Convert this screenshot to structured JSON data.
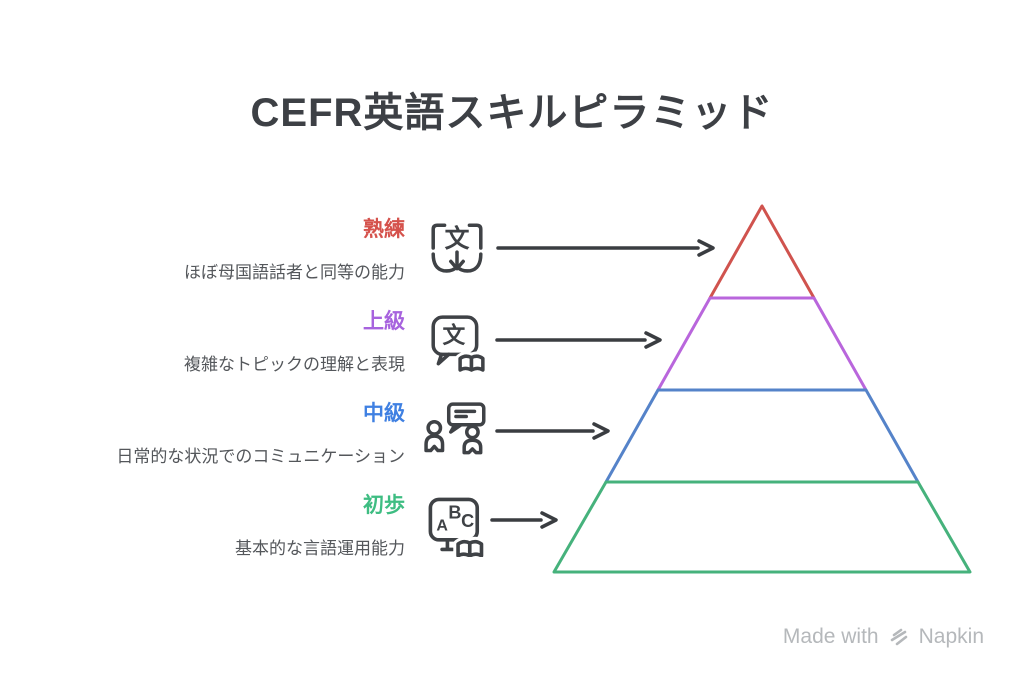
{
  "title": "CEFR英語スキルピラミッド",
  "levels": [
    {
      "label": "熟練",
      "description": "ほぼ母国語話者と同等の能力",
      "color": "#d5524c",
      "segment_color": "#d0534e",
      "icon": "translate-text-open-book-icon",
      "icon_glyph": "文"
    },
    {
      "label": "上級",
      "description": "複雑なトピックの理解と表現",
      "color": "#a763de",
      "segment_color": "#b966dc",
      "icon": "translate-speech-bubble-book-icon",
      "icon_glyph": "文"
    },
    {
      "label": "中級",
      "description": "日常的な状況でのコミュニケーション",
      "color": "#3f80e2",
      "segment_color": "#5583c9",
      "icon": "two-people-conversation-icon"
    },
    {
      "label": "初歩",
      "description": "基本的な言語運用能力",
      "color": "#3ebd82",
      "segment_color": "#46b27c",
      "icon": "abc-board-book-icon",
      "icon_glyphs": [
        "A",
        "B",
        "C"
      ]
    }
  ],
  "colors": {
    "arrow": "#3a3d41",
    "icon": "#3f4246",
    "title": "#3d4045",
    "description": "#54575b",
    "footer": "#b5b8bb",
    "background": "#ffffff"
  },
  "footer": {
    "made_with": "Made with",
    "brand": "Napkin"
  }
}
